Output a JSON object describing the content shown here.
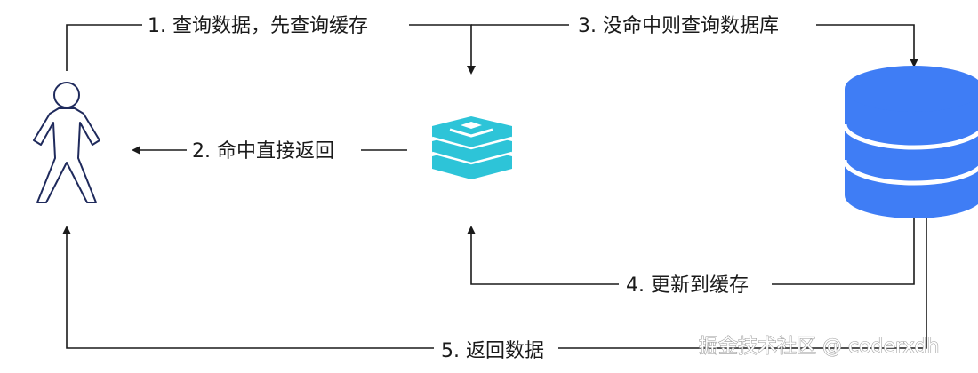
{
  "steps": {
    "step1": "1. 查询数据，先查询缓存",
    "step2": "2. 命中直接返回",
    "step3": "3. 没命中则查询数据库",
    "step4": "4. 更新到缓存",
    "step5": "5. 返回数据"
  },
  "watermark": "掘金技术社区 @ coderxdh",
  "nodes": {
    "user": {
      "icon": "person-icon"
    },
    "cache": {
      "icon": "redis-icon",
      "color": "#2dc4d8"
    },
    "database": {
      "icon": "database-icon",
      "color": "#3f7df5"
    }
  },
  "colors": {
    "line": "#1a1a1a",
    "user_outline": "#1f2a5c"
  }
}
